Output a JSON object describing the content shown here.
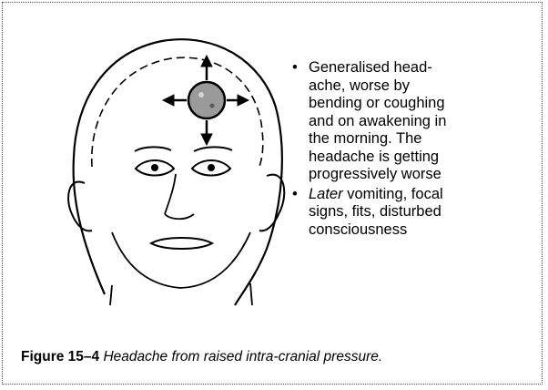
{
  "bullets": [
    {
      "italic_lead": "",
      "text": "Generalised head-ache, worse by bending or coughing and on awakening in the morning. The headache is getting progressively worse",
      "lines": [
        "Generalised head-",
        "ache, worse by",
        "bending or coughing",
        "and on awakening in",
        "the morning. The",
        "headache is getting",
        "progressively worse"
      ]
    },
    {
      "italic_lead": "Later",
      "text": " vomiting, focal signs, fits, disturbed consciousness",
      "lines": [
        " vomiting, focal",
        "signs, fits, disturbed",
        "consciousness"
      ]
    }
  ],
  "caption": {
    "label": "Figure 15–4",
    "text": "Headache from raised intra-cranial pressure."
  },
  "illustration": {
    "subject": "face-outline-with-central-pressure-spot",
    "arrows": [
      "up",
      "down",
      "left",
      "right"
    ]
  }
}
